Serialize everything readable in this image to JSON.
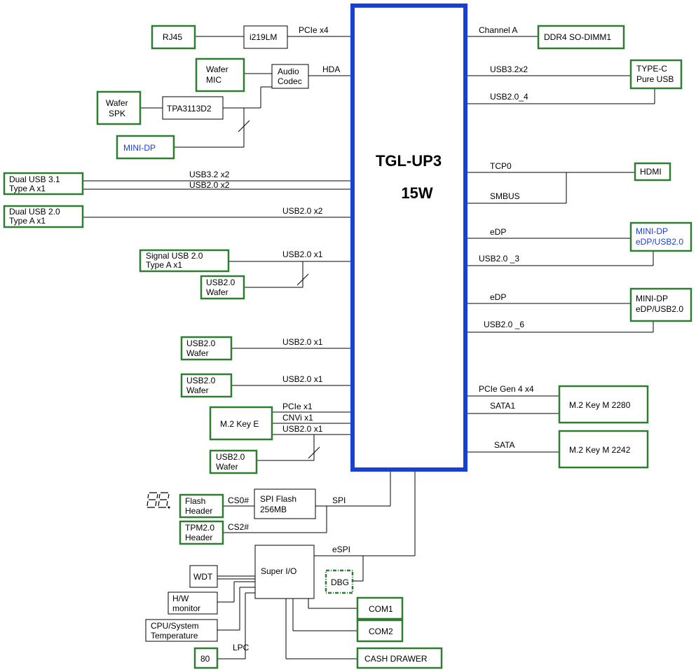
{
  "colors": {
    "cpu_border": "#1a3fd4",
    "box_border": "#2e7d32",
    "line": "#000000",
    "blue_text": "#1a3fd4"
  },
  "cpu": {
    "line1": "TGL-UP3",
    "line2": "15W"
  },
  "blocks": {
    "rj45": "RJ45",
    "i219": "i219LM",
    "wafer_mic": [
      "Wafer",
      "MIC"
    ],
    "audio_codec": [
      "Audio",
      "Codec"
    ],
    "wafer_spk": [
      "Wafer",
      "SPK"
    ],
    "tpa": "TPA3113D2",
    "minidp_left": "MINI-DP",
    "dual31": [
      "Dual USB 3.1",
      "Type A x1"
    ],
    "dual20": [
      "Dual USB 2.0",
      "Type A x1"
    ],
    "signal20": [
      "Signal USB 2.0",
      "Type A x1"
    ],
    "usb_wafer_a": [
      "USB2.0",
      "Wafer"
    ],
    "usb_wafer_b": [
      "USB2.0",
      "Wafer"
    ],
    "usb_wafer_c": [
      "USB2.0",
      "Wafer"
    ],
    "usb_wafer_d": [
      "USB2.0",
      "Wafer"
    ],
    "m2e": "M.2 Key E",
    "flash_header": [
      "Flash",
      "Header"
    ],
    "spi_flash": [
      "SPI Flash",
      "256MB"
    ],
    "tpm": [
      "TPM2.0",
      "Header"
    ],
    "super_io": "Super I/O",
    "dbg": "DBG",
    "wdt": "WDT",
    "hw_monitor": [
      "H/W",
      "monitor"
    ],
    "cpu_temp": [
      "CPU/System",
      "Temperature"
    ],
    "p80": "80",
    "com1": "COM1",
    "com2": "COM2",
    "cash": "CASH DRAWER",
    "ddr4": "DDR4 SO-DIMM1",
    "typec": [
      "TYPE-C",
      "Pure USB"
    ],
    "hdmi": "HDMI",
    "minidp_r1": [
      "MINI-DP",
      "eDP/USB2.0"
    ],
    "minidp_r2": [
      "MINI-DP",
      "eDP/USB2.0"
    ],
    "m2_2280": "M.2 Key M 2280",
    "m2_2242": "M.2 Key M 2242"
  },
  "signals": {
    "pcie_x4": "PCIe x4",
    "hda": "HDA",
    "usb32_x2": "USB3.2 x2",
    "usb20_x2_a": "USB2.0 x2",
    "usb20_x2_b": "USB2.0 x2",
    "usb20_x1_a": "USB2.0 x1",
    "usb20_x1_b": "USB2.0 x1",
    "usb20_x1_c": "USB2.0 x1",
    "pcie_x1": "PCIe  x1",
    "cnvi_x1": "CNVi  x1",
    "usb20_x1_d": "USB2.0 x1",
    "cs0": "CS0#",
    "cs2": "CS2#",
    "spi": "SPI",
    "espi": "eSPI",
    "lpc": "LPC",
    "channel_a": "Channel A",
    "usb32x2": "USB3.2x2",
    "usb20_4": "USB2.0_4",
    "tcp0": "TCP0",
    "smbus": "SMBUS",
    "edp_1": "eDP",
    "usb20_3": "USB2.0 _3",
    "edp_2": "eDP",
    "usb20_6": "USB2.0 _6",
    "pcie_gen4": "PCIe Gen 4 x4",
    "sata1": "SATA1",
    "sata": "SATA"
  },
  "icons": {
    "debug_display": "seven-segment-display-icon"
  }
}
